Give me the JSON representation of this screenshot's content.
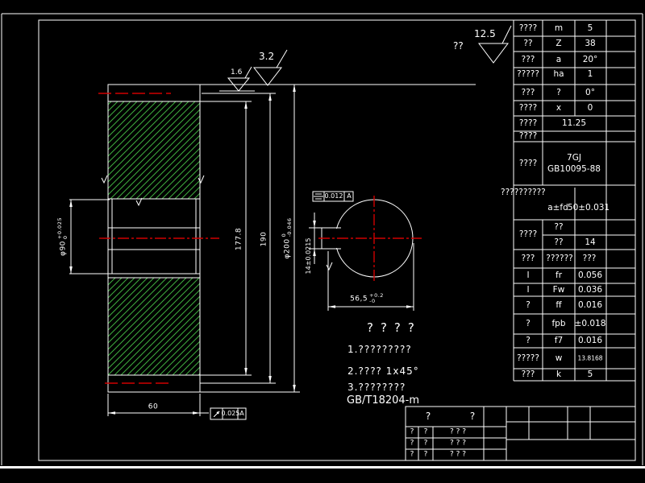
{
  "colors": {
    "background": "#000000",
    "line_color": "#ffffff",
    "hatch_color": "#3fae3f",
    "centerline_color": "#cf0000"
  },
  "drawing": {
    "surface_general": {
      "prefix": "??",
      "value": "12.5"
    },
    "surface_top": "3.2",
    "surface_side": "1.6",
    "dims": {
      "root_diameter": "177.8",
      "pitch_diameter": "190",
      "outer_diameter": {
        "main": "φ200",
        "sup": "0",
        "sub": "-0.046"
      },
      "bore_diameter": {
        "main": "φ90",
        "sup": "+0.025",
        "sub": "0"
      },
      "face_width": "60",
      "keyway_width": "14±0.0215",
      "keyway_depth": {
        "main": "56,5",
        "sup": "+0.2",
        "sub": "-0"
      }
    },
    "fcf_symmetry": {
      "value": "0.012",
      "datum": "A"
    },
    "fcf_runout": {
      "value": "0.025",
      "datum": "A"
    }
  },
  "notes": {
    "title": "????",
    "line1": "1.?????????",
    "line2": "2.???? 1x45°",
    "line3": "3.????????",
    "line4": "GB/T18204-m"
  },
  "param_table": {
    "r1": {
      "label": "????",
      "sym": "m",
      "val": "5"
    },
    "r2": {
      "label": "??",
      "sym": "Z",
      "val": "38"
    },
    "r3": {
      "label": "???",
      "sym": "a",
      "val": "20°"
    },
    "r4": {
      "label": "?????",
      "sym": "ha",
      "val": "1"
    },
    "r5": {
      "label": "???",
      "sym": "?",
      "val": "0°"
    },
    "r6": {
      "label": "????",
      "sym": "x",
      "val": "0"
    },
    "r7": {
      "label": "????",
      "val": "11.25"
    },
    "r8": {
      "label": "????"
    },
    "r9": {
      "label": "????",
      "val1": "7GJ",
      "val2": "GB10095-88"
    },
    "r10": {
      "header": "??????????",
      "sym": "a±fd",
      "val": "50±0.031"
    },
    "r11": {
      "label": "????",
      "sym1": "??",
      "sym2": "??",
      "val": "14"
    },
    "r12": {
      "label": "???",
      "sym": "??????",
      "val": "???"
    },
    "r13": {
      "label": "I",
      "sym": "fr",
      "val": "0.056"
    },
    "r14": {
      "label": "I",
      "sym": "Fw",
      "val": "0.036"
    },
    "r15": {
      "label": "?",
      "sym": "ff",
      "val": "0.016"
    },
    "r16": {
      "label": "?",
      "sym": "fpb",
      "val": "±0.018"
    },
    "r17": {
      "label": "?",
      "sym": "f7",
      "val": "0.016"
    },
    "r18": {
      "label": "?????",
      "sym": "w",
      "val": "13.8168"
    },
    "r19": {
      "label": "???",
      "sym": "k",
      "val": "5"
    }
  },
  "title_block": {
    "name_left": "?",
    "name_right": "?",
    "rows": [
      {
        "a": "?",
        "b": "?",
        "c": "?  ?  ?"
      },
      {
        "a": "?",
        "b": "?",
        "c": "?  ?  ?"
      },
      {
        "a": "?",
        "b": "?",
        "c": "?  ?  ?"
      }
    ]
  }
}
